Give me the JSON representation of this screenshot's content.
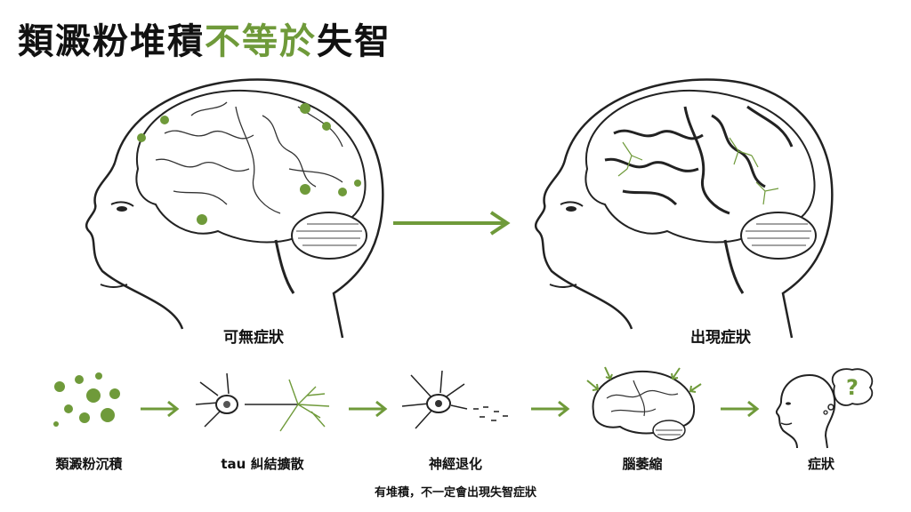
{
  "title": {
    "main": "類澱粉堆積",
    "accent": "不等於",
    "tail": "失智"
  },
  "colors": {
    "accent": "#6f9a3a",
    "ink": "#222222"
  },
  "panels": [
    {
      "caption": "可無症狀"
    },
    {
      "caption": "出現症狀"
    }
  ],
  "steps": [
    {
      "label": "類澱粉沉積"
    },
    {
      "label": "tau 糾結擴散"
    },
    {
      "label": "神經退化"
    },
    {
      "label": "腦萎縮"
    },
    {
      "label": "症狀"
    }
  ],
  "question_mark": "?",
  "footnote": "有堆積，不一定會出現失智症狀"
}
